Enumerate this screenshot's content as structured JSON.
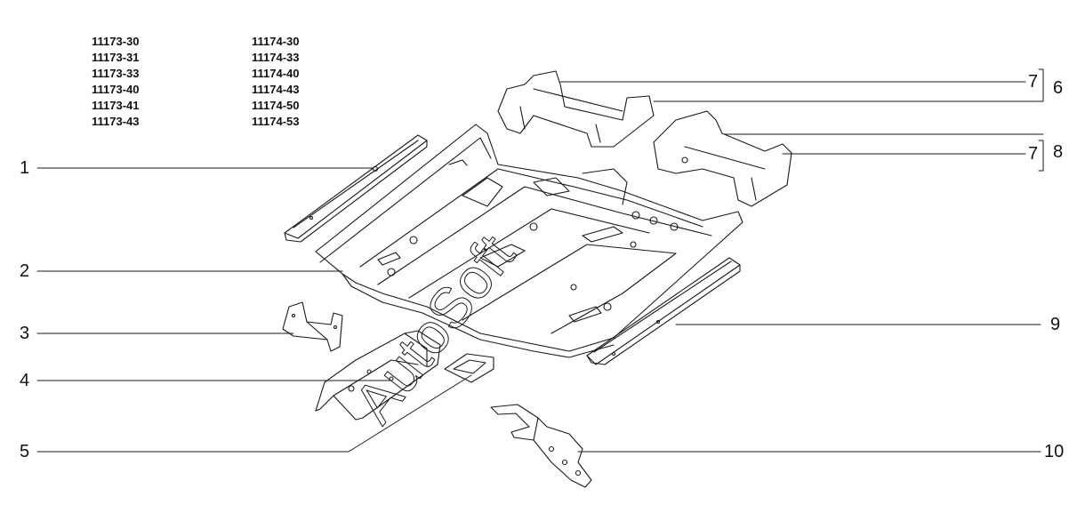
{
  "model_codes": {
    "left": [
      "11173-30",
      "11173-31",
      "11173-33",
      "11173-40",
      "11173-41",
      "11173-43"
    ],
    "right": [
      "11174-30",
      "11174-33",
      "11174-40",
      "11174-43",
      "11174-50",
      "11174-53"
    ]
  },
  "callouts": {
    "c1": "1",
    "c2": "2",
    "c3": "3",
    "c4": "4",
    "c5": "5",
    "c7a": "7",
    "c6": "6",
    "c7b": "7",
    "c8": "8",
    "c9": "9",
    "c10": "10"
  },
  "watermark": "AutoSoft",
  "colors": {
    "line": "#1a1a1a",
    "background": "#ffffff"
  }
}
